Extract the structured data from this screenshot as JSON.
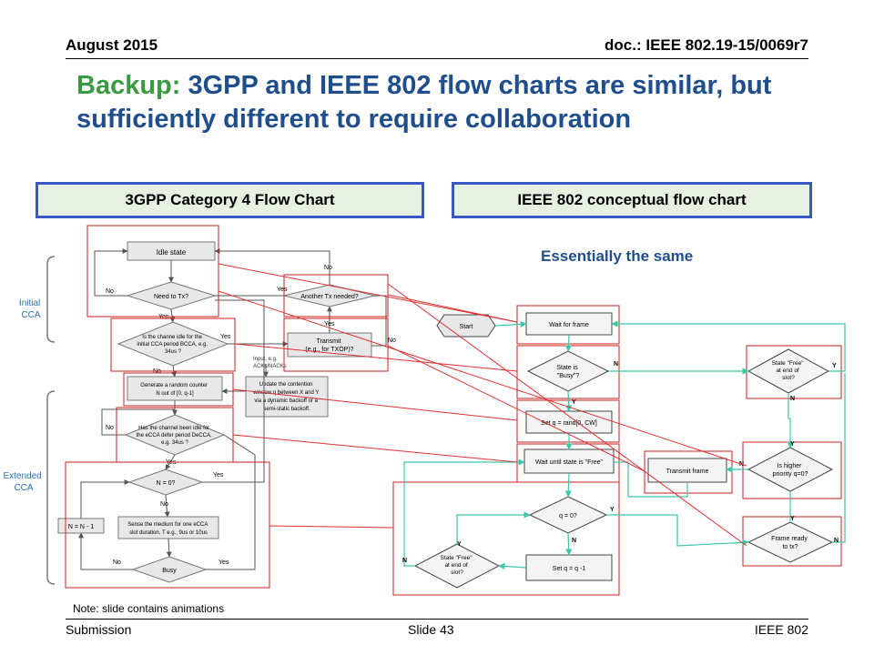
{
  "header": {
    "date": "August 2015",
    "doc_id": "doc.: IEEE 802.19-15/0069r7"
  },
  "title": {
    "lead": "Backup:",
    "text": " 3GPP and IEEE 802 flow charts are similar, but sufficiently different to require collaboration"
  },
  "bands": {
    "left": "3GPP Category 4 Flow Chart",
    "right": "IEEE 802 conceptual flow chart"
  },
  "annotation": "Essentially the same",
  "note": "Note: slide contains animations",
  "footer": {
    "left": "Submission",
    "center": "Slide 43",
    "right": "IEEE 802"
  },
  "left_chart": {
    "brackets": {
      "initial": "Initial\nCCA",
      "extended": "Extended\nCCA"
    },
    "nodes": {
      "idle": "Idle state",
      "need_tx": "Need to Tx?",
      "another_tx": "Another Tx needed?",
      "transmit": "Transmit\n(e.g., for TXOP)?",
      "idle_check": "Is the channe idle for the\ninitial CCA period BCCA, e.g.\n34us ?",
      "input": "Input, e.g.\nACKs/NACKs",
      "gen_counter": "Generate a random counter\nN out of [0, q-1]",
      "update": "Update the contention\nwindow q between X and Y\nvia a dynamic backoff or a\nsemi-static backoff.",
      "ecca_idle": "Has the channel been idle for\nthe eCCA defer period DeCCA,\ne.g. 34us ?",
      "n_zero": "N = 0?",
      "n_minus": "N = N - 1",
      "sense": "Sense the medium for one eCCA\nslot duration, T e.g., 9us or 10us",
      "busy": "Busy"
    },
    "labels": {
      "yes": "Yes",
      "no": "No"
    }
  },
  "right_chart": {
    "nodes": {
      "start": "Start",
      "wait_frame": "Wait for frame",
      "state_busy": "State is\n\"Busy\"?",
      "set_q": "Set q = rand[0, CW]",
      "wait_free": "Wait until state is \"Free\"",
      "q_zero": "q = 0?",
      "set_q_dec": "Set q = q -1",
      "state_free_left": "State \"Free\"\nat end of\nslot?",
      "transmit_frame": "Transmit frame",
      "state_free_right": "State \"Free\"\nat end of\nslot?",
      "higher_prio": "Is higher\npriority q=0?",
      "frame_ready": "Frame ready\nto tx?"
    },
    "labels": {
      "yes": "Y",
      "no": "N"
    }
  },
  "colors": {
    "title": "#1f4e8c",
    "title_lead": "#3a9a42",
    "band_border": "#3b57c4",
    "band_fill": "#e6f1e2",
    "highlight_box": "#cc1f1f",
    "connector": "#3cc7a6"
  }
}
